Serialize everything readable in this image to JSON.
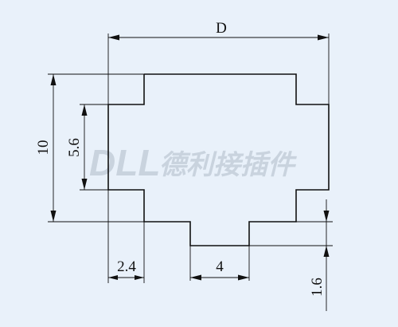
{
  "dimensions": {
    "overall_width": "D",
    "overall_height": "10",
    "inner_height": "5.6",
    "side_step": "2.4",
    "bottom_width": "4",
    "bottom_depth": "1.6"
  },
  "watermark": {
    "latin": "DLL",
    "cjk": "德利接插件"
  },
  "colors": {
    "background": "#e9f1fa",
    "line": "#111111",
    "watermark": "#c9d3de"
  }
}
